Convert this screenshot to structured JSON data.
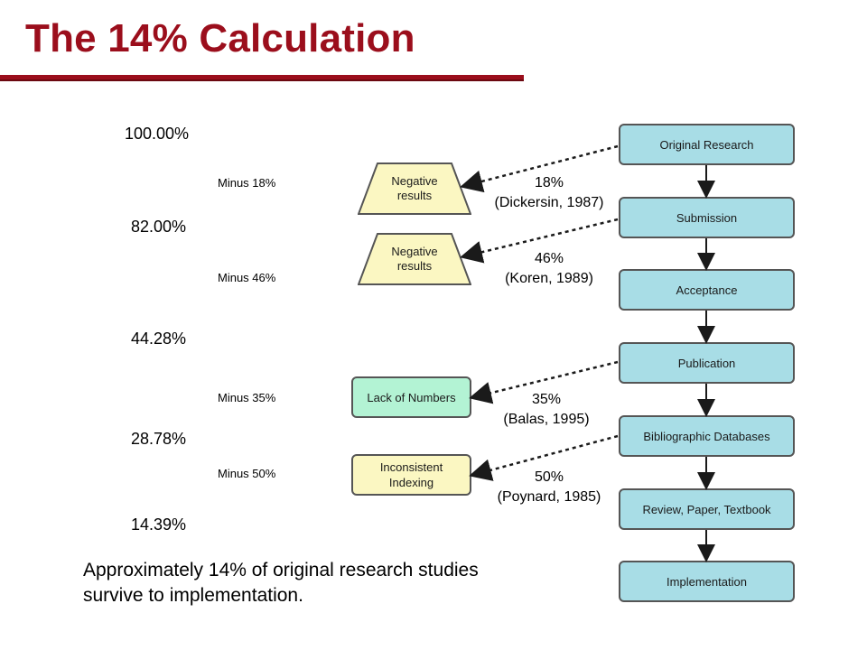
{
  "title": "The 14% Calculation",
  "percentages": [
    "100.00%",
    "82.00%",
    "44.28%",
    "28.78%",
    "14.39%"
  ],
  "minus_labels": [
    "Minus 18%",
    "Minus 46%",
    "Minus 35%",
    "Minus 50%"
  ],
  "pipeline": [
    "Original Research",
    "Submission",
    "Acceptance",
    "Publication",
    "Bibliographic Databases",
    "Review, Paper, Textbook",
    "Implementation"
  ],
  "losses": [
    {
      "label": "Negative results",
      "pct": "18%",
      "citation": "(Dickersin, 1987)"
    },
    {
      "label": "Negative results",
      "pct": "46%",
      "citation": "(Koren, 1989)"
    },
    {
      "label": "Lack of Numbers",
      "pct": "35%",
      "citation": "(Balas, 1995)"
    },
    {
      "label": "Inconsistent Indexing",
      "pct": "50%",
      "citation": "(Poynard, 1985)"
    }
  ],
  "caption": "Approximately 14% of original research studies survive to implementation.",
  "colors": {
    "title": "#9b0e1c",
    "pipeline_box": "#a8dde6",
    "trapezoid": "#fbf7c2",
    "lack_box": "#b3f3d4",
    "indexing_box": "#fbf7c2"
  }
}
